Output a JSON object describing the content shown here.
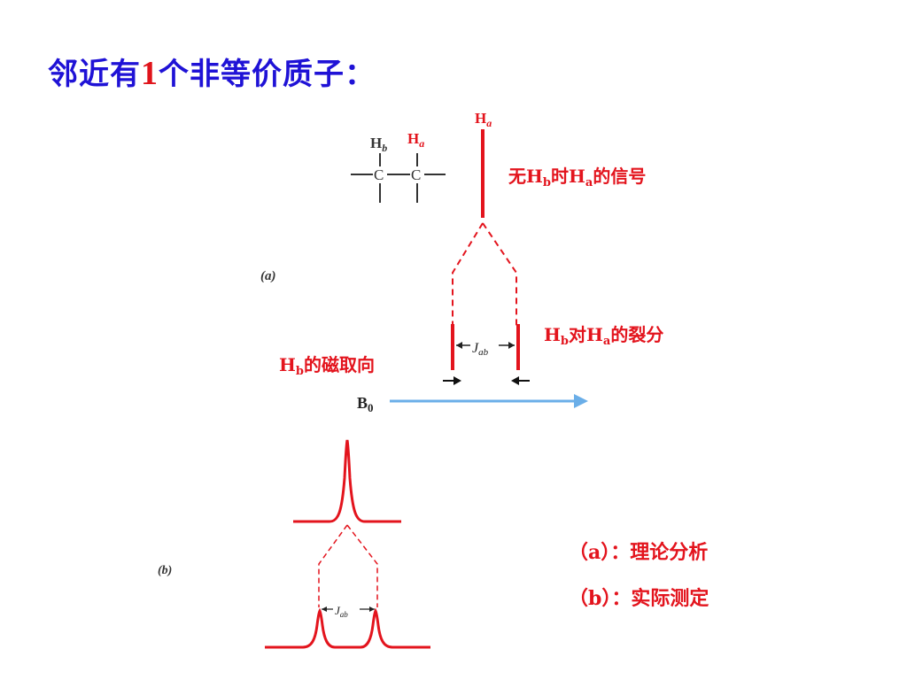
{
  "title": {
    "prefix": "邻近有",
    "number": "1",
    "suffix": "个非等价质子："
  },
  "molecule": {
    "hb": "H",
    "hb_sub": "b",
    "ha": "H",
    "ha_sub": "a",
    "carbon": "C"
  },
  "panel_a": {
    "label": "(a)",
    "peak_label": "H",
    "peak_label_sub": "a",
    "j_label": "J",
    "j_sub": "ab",
    "b0_label": "B",
    "b0_sub": "0"
  },
  "panel_b": {
    "label": "(b)",
    "j_label": "J",
    "j_sub": "ab"
  },
  "annotations": {
    "no_hb": {
      "p1": "无",
      "h1": "H",
      "s1": "b",
      "p2": "时",
      "h2": "H",
      "s2": "a",
      "p3": "的信号"
    },
    "split": {
      "h1": "H",
      "s1": "b",
      "p1": "对",
      "h2": "H",
      "s2": "a",
      "p2": "的裂分"
    },
    "orientation": {
      "h1": "H",
      "s1": "b",
      "p1": "的磁取向"
    }
  },
  "notes": {
    "a": "（a）：理论分析",
    "b": "（b）：实际测定"
  },
  "colors": {
    "title_blue": "#1f12d6",
    "accent_red": "#e3141d",
    "arrow_blue": "#6aaee8"
  }
}
